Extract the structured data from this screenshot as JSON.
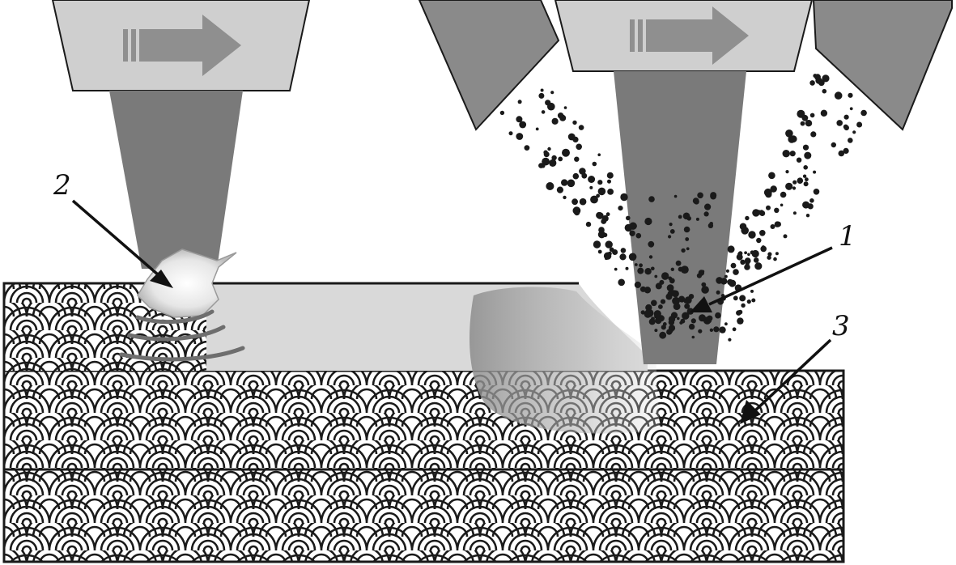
{
  "labels": {
    "one": "1",
    "two": "2",
    "three": "3"
  },
  "colors": {
    "background": "#ffffff",
    "head_fill": "#cfcfcf",
    "arrow_fill": "#8f8f8f",
    "beam_fill": "#7a7a7a",
    "nozzle_fill": "#8a8a8a",
    "particle_fill": "#1a1a1a",
    "layer_fill": "#ffffff",
    "layer_outline": "#1a1a1a",
    "scale_stroke": "#1a1a1a",
    "deposit_fill": "#d9d9d9",
    "melt_pool_fill": "#f2f2f2"
  },
  "icons": {
    "head_left": "right-arrow-icon",
    "head_right": "right-arrow-icon"
  }
}
